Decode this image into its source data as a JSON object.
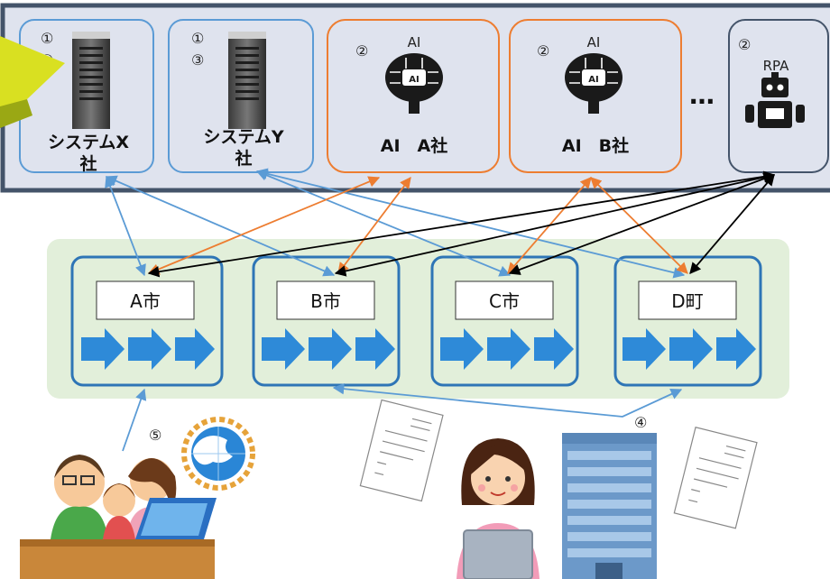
{
  "vendors": {
    "system_x": {
      "marker_1": "①",
      "marker_2": "③",
      "label_line1": "システムX",
      "label_line2": "社"
    },
    "system_y": {
      "marker_1": "①",
      "marker_2": "③",
      "label_line1": "システムY",
      "label_line2": "社"
    },
    "ai_a": {
      "marker": "②",
      "tag": "AI",
      "label": "AI　A社"
    },
    "ai_b": {
      "marker": "②",
      "tag": "AI",
      "label": "AI　B社"
    },
    "ellipsis": "…",
    "rpa": {
      "marker": "②",
      "tag": "RPA"
    }
  },
  "municipalities": [
    {
      "label": "A市"
    },
    {
      "label": "B市"
    },
    {
      "label": "C市"
    },
    {
      "label": "D町"
    }
  ],
  "markers": {
    "citizens": "⑤",
    "sharing": "④"
  },
  "colors": {
    "vendor_panel_bg": "#dfe3ee",
    "vendor_panel_border": "#44546a",
    "system_box_border": "#5b9bd5",
    "ai_box_border": "#ed7d31",
    "green_panel": "#e2efda",
    "muni_border": "#2e75b6",
    "process_arrow": "#2e8ad8",
    "link_blue": "#5b9bd5",
    "link_orange": "#ed7d31",
    "link_black": "#000000"
  }
}
